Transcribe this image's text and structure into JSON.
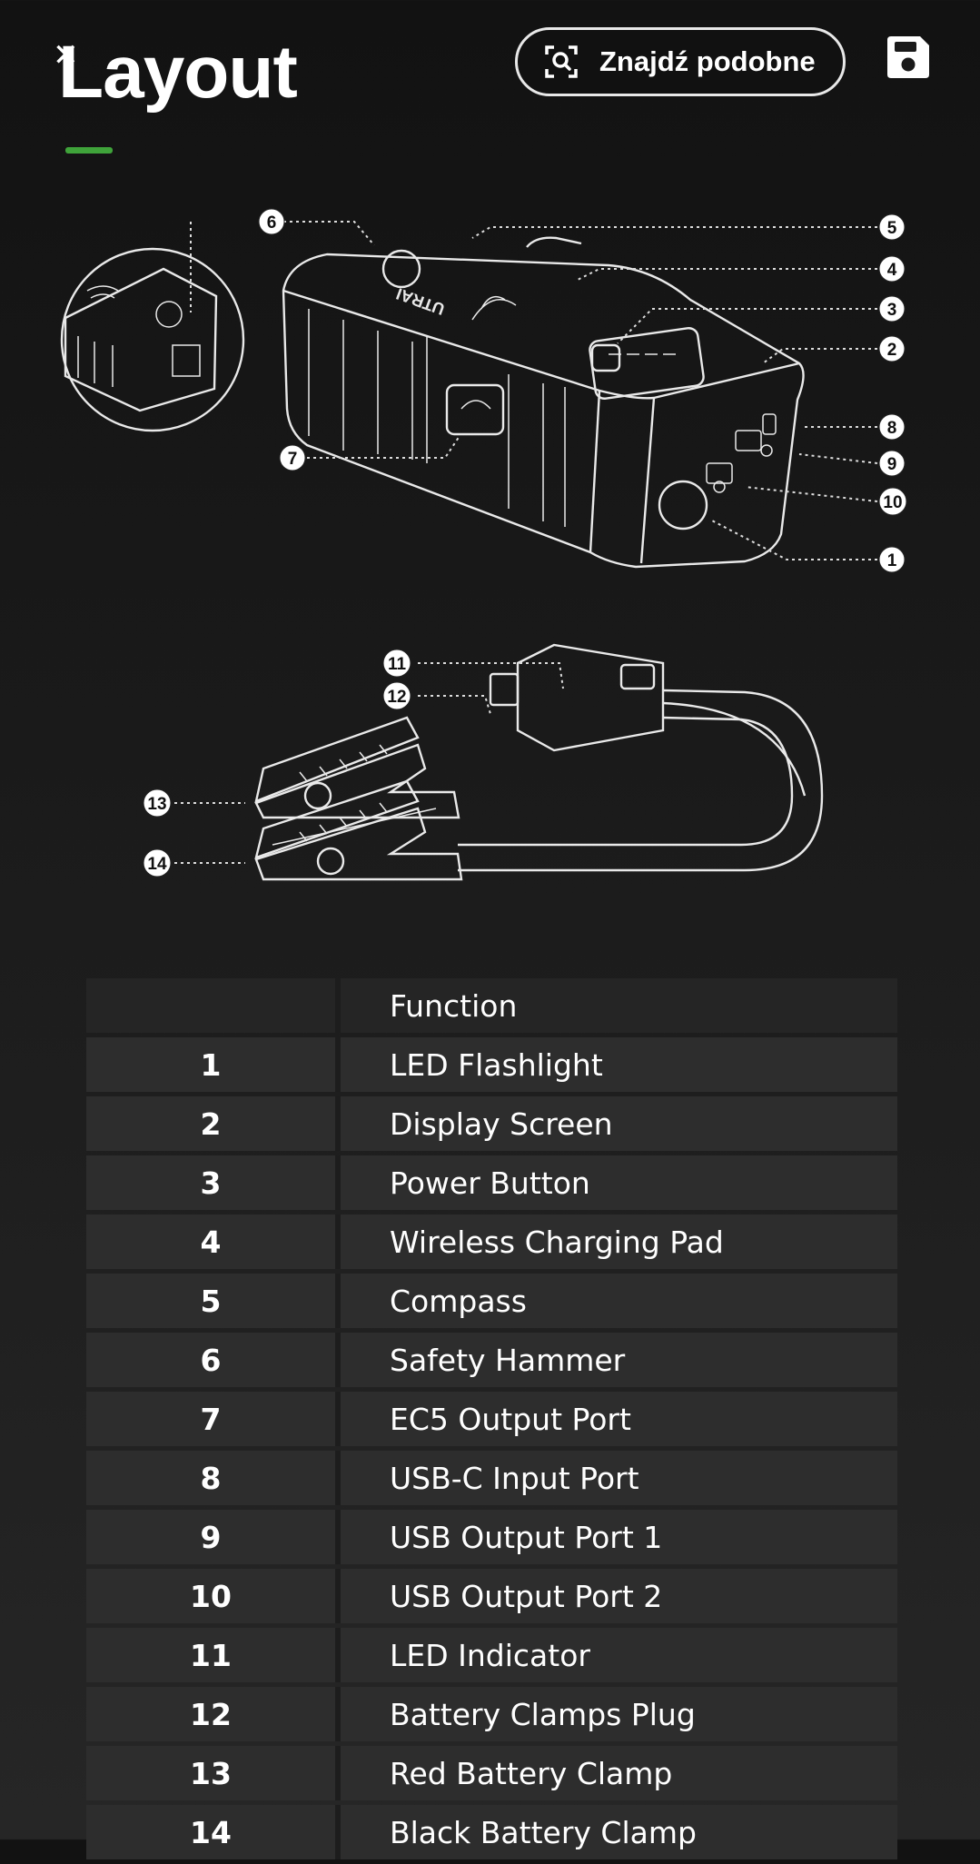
{
  "header": {
    "title": "Layout",
    "find_similar_label": "Znajdź podobne"
  },
  "diagram": {
    "callouts": [
      "1",
      "2",
      "3",
      "4",
      "5",
      "6",
      "7",
      "8",
      "9",
      "10",
      "11",
      "12",
      "13",
      "14"
    ]
  },
  "table": {
    "header": [
      "",
      "Function"
    ],
    "rows": [
      {
        "num": "1",
        "function": "LED Flashlight"
      },
      {
        "num": "2",
        "function": "Display Screen"
      },
      {
        "num": "3",
        "function": "Power Button"
      },
      {
        "num": "4",
        "function": "Wireless Charging Pad"
      },
      {
        "num": "5",
        "function": "Compass"
      },
      {
        "num": "6",
        "function": "Safety Hammer"
      },
      {
        "num": "7",
        "function": "EC5 Output Port"
      },
      {
        "num": "8",
        "function": "USB-C Input Port"
      },
      {
        "num": "9",
        "function": "USB Output Port 1"
      },
      {
        "num": "10",
        "function": "USB Output Port 2"
      },
      {
        "num": "11",
        "function": "LED Indicator"
      },
      {
        "num": "12",
        "function": "Battery Clamps Plug"
      },
      {
        "num": "13",
        "function": "Red Battery Clamp"
      },
      {
        "num": "14",
        "function": "Black Battery Clamp"
      }
    ]
  },
  "colors": {
    "accent": "#3fa33a",
    "background": "#1a1a1a",
    "table_cell": "#2d2d2d"
  },
  "icons": {
    "close": "close-icon",
    "find_similar": "image-search-icon",
    "save": "save-icon"
  }
}
